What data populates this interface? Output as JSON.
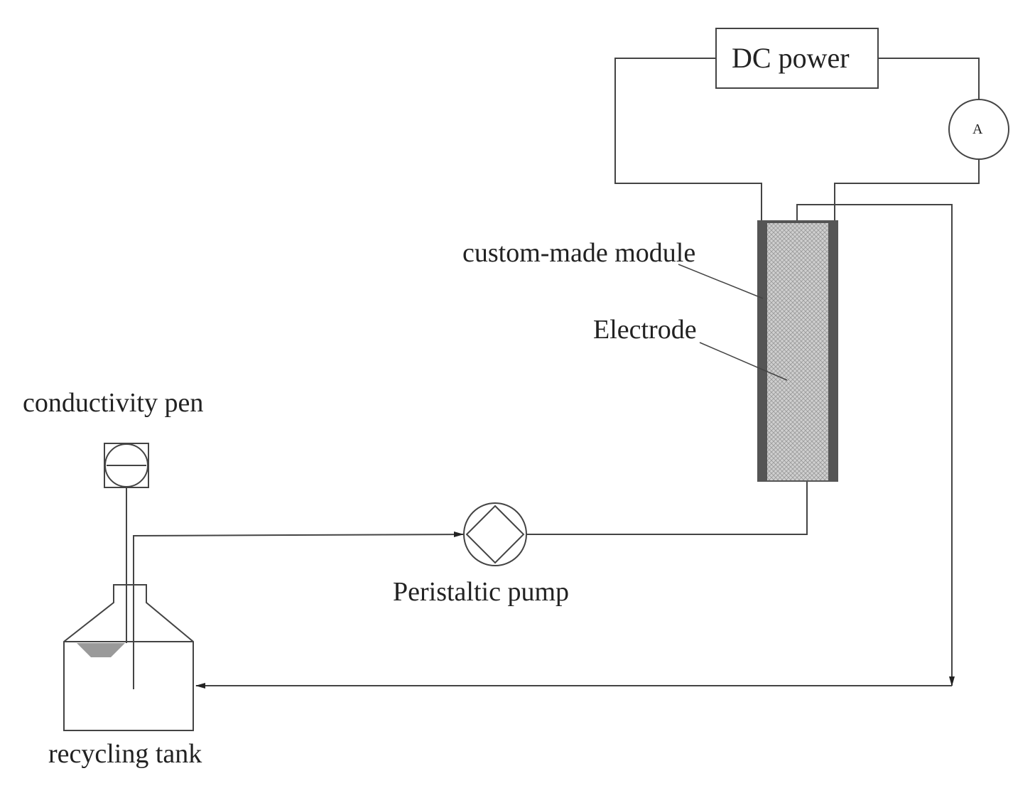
{
  "labels": {
    "dc_power": "DC power",
    "ammeter": "A",
    "custom_module": "custom-made module",
    "electrode": "Electrode",
    "conductivity_pen": "conductivity pen",
    "peristaltic_pump": "Peristaltic pump",
    "recycling_tank": "recycling tank"
  },
  "colors": {
    "line": "#3a3a3a",
    "module_frame": "#555555",
    "electrode_fill": "#c9c9c9",
    "liquid": "#9a9a9a",
    "text": "#222222"
  }
}
